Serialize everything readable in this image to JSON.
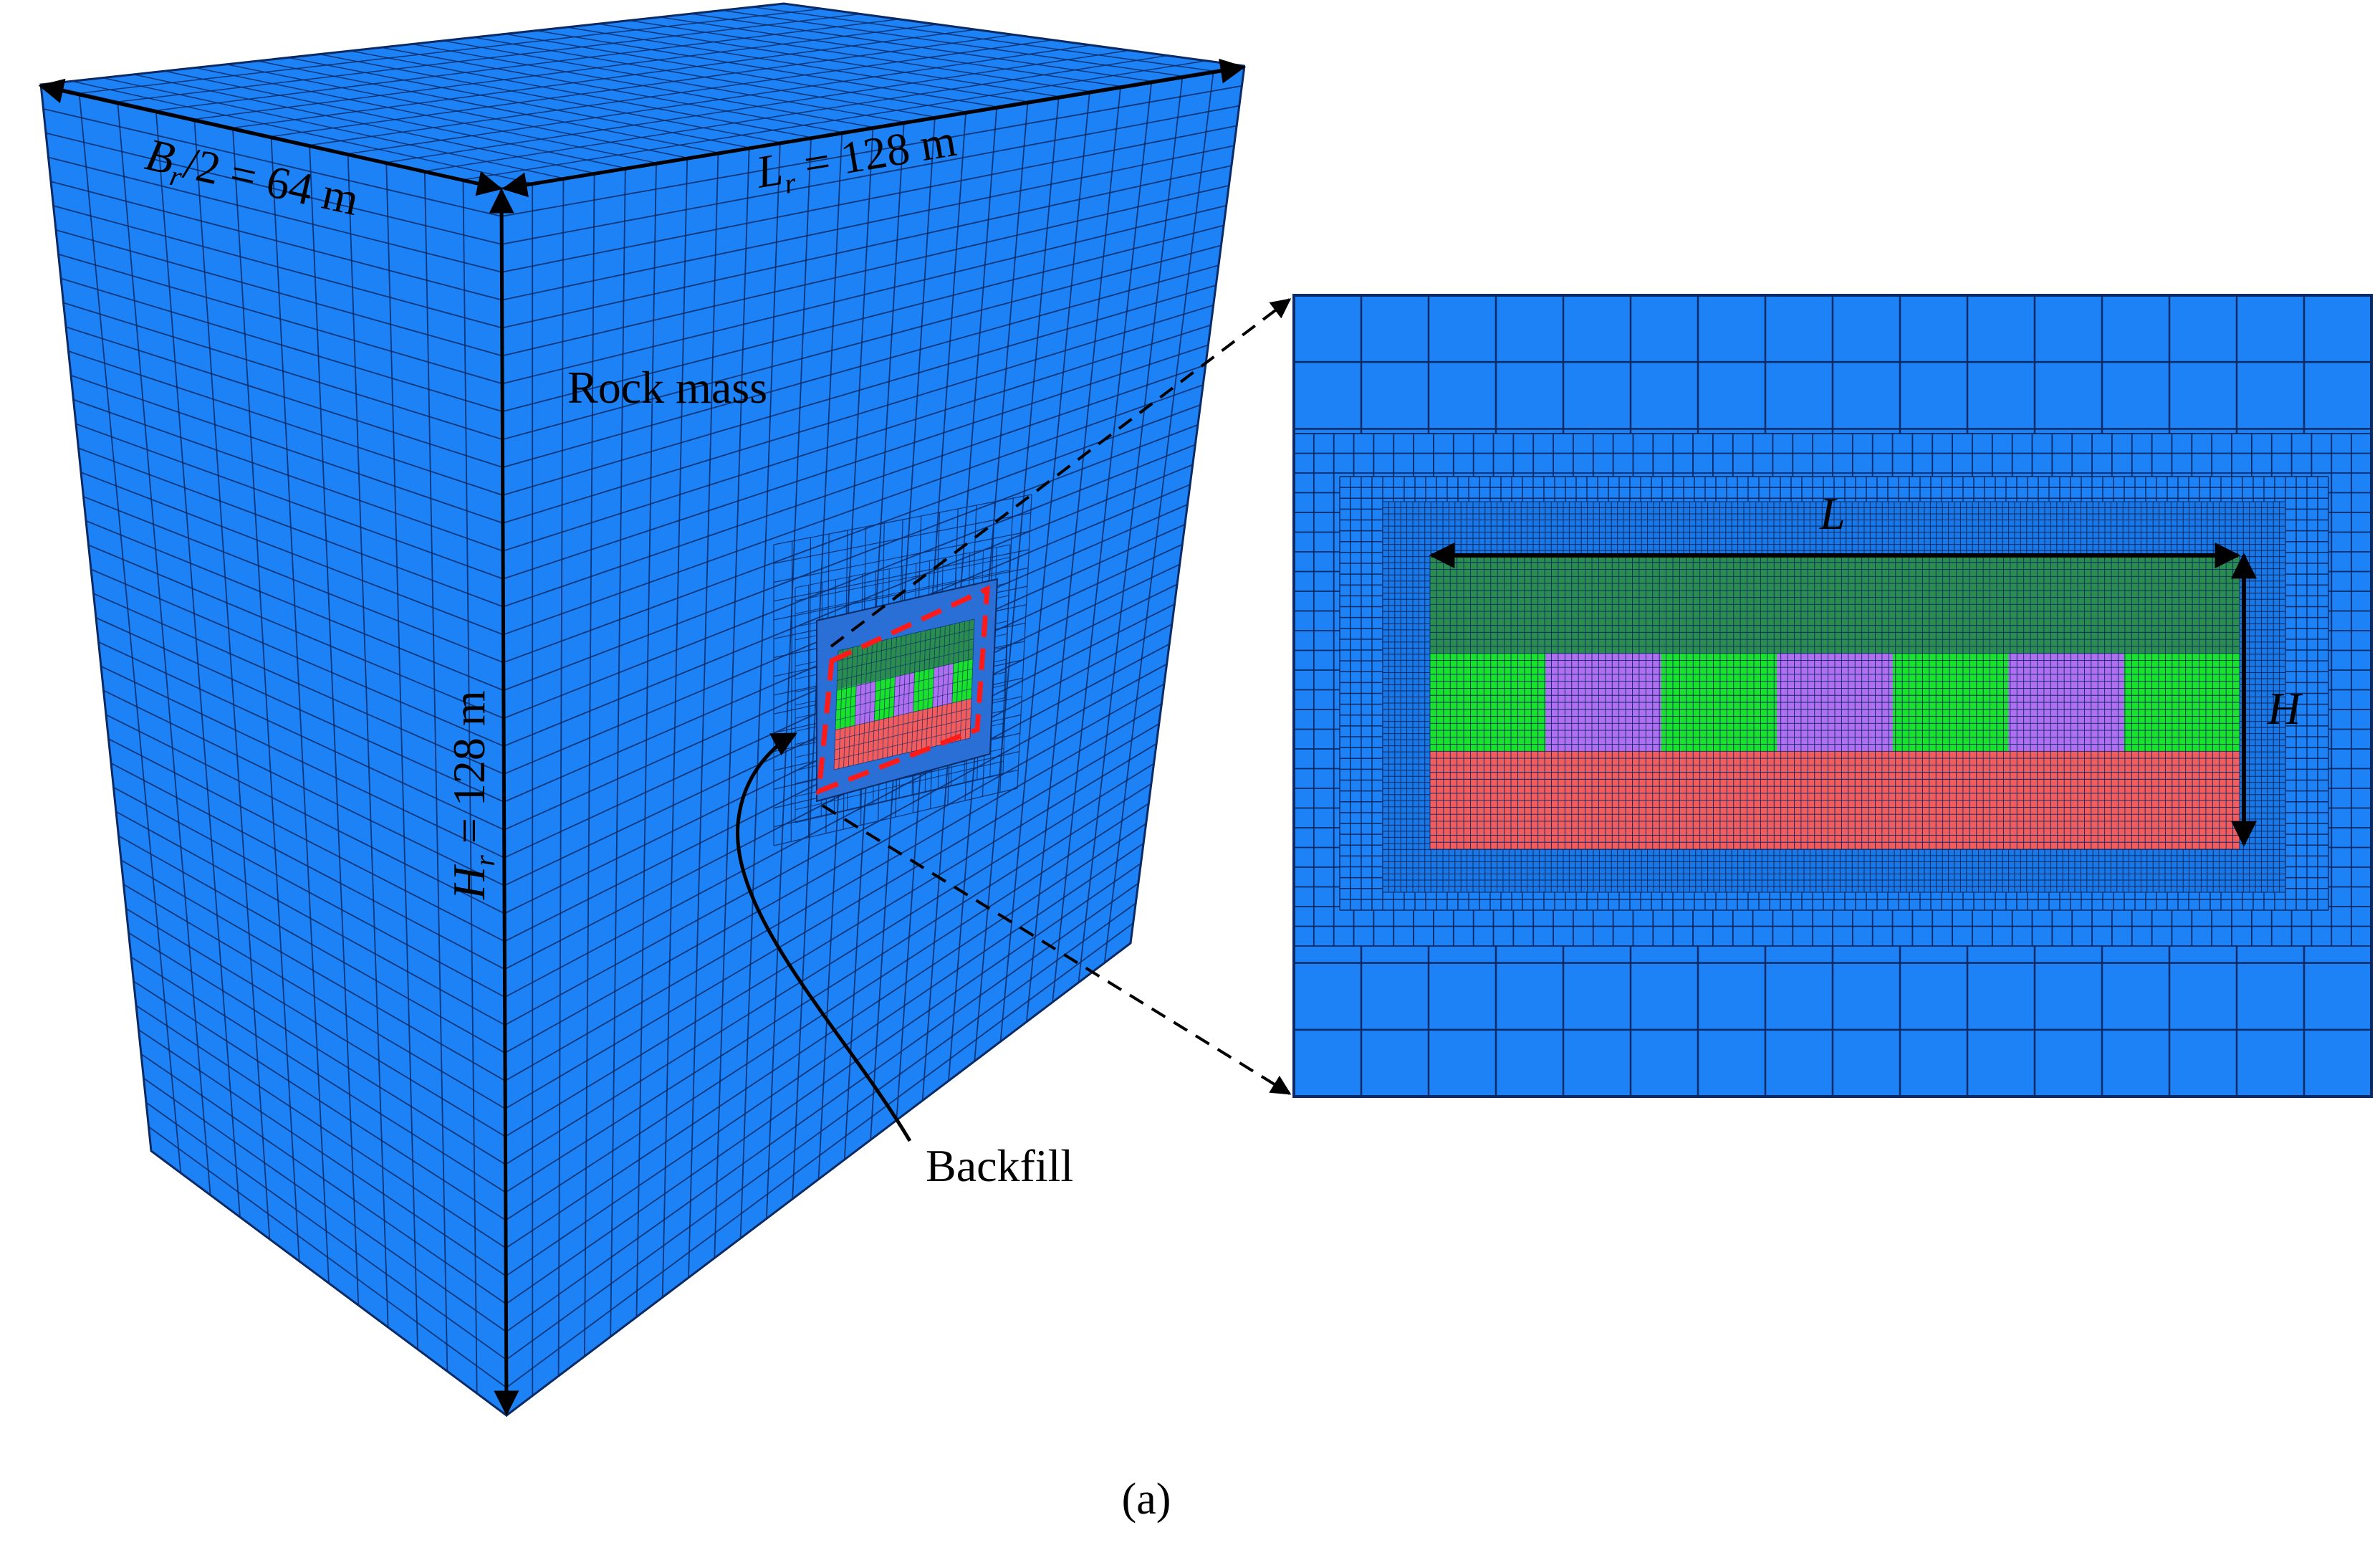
{
  "labels": {
    "br": {
      "var": "B",
      "sub": "r",
      "rest": "/2 = 64 m"
    },
    "lr": {
      "var": "L",
      "sub": "r",
      "rest": " = 128 m"
    },
    "hr": {
      "var": "H",
      "sub": "r",
      "rest": " = 128 m"
    },
    "rock_mass": "Rock mass",
    "backfill": "Backfill",
    "detail_l": "L",
    "detail_h": "H",
    "caption": "(a)"
  },
  "colors": {
    "rock": "#1d82f5",
    "mesh_line": "#0a2a66",
    "backfill_top": "#2a8c4e",
    "backfill_green": "#19e22a",
    "backfill_purple": "#b06ef0",
    "backfill_bottom": "#f25c5c",
    "red_dash": "#ff1a1a"
  },
  "icons": {
    "dimension_arrow": "double-headed-arrow-icon",
    "leader_arrow": "leader-arrow-icon",
    "zoom_arrow": "dashed-zoom-arrow-icon"
  }
}
